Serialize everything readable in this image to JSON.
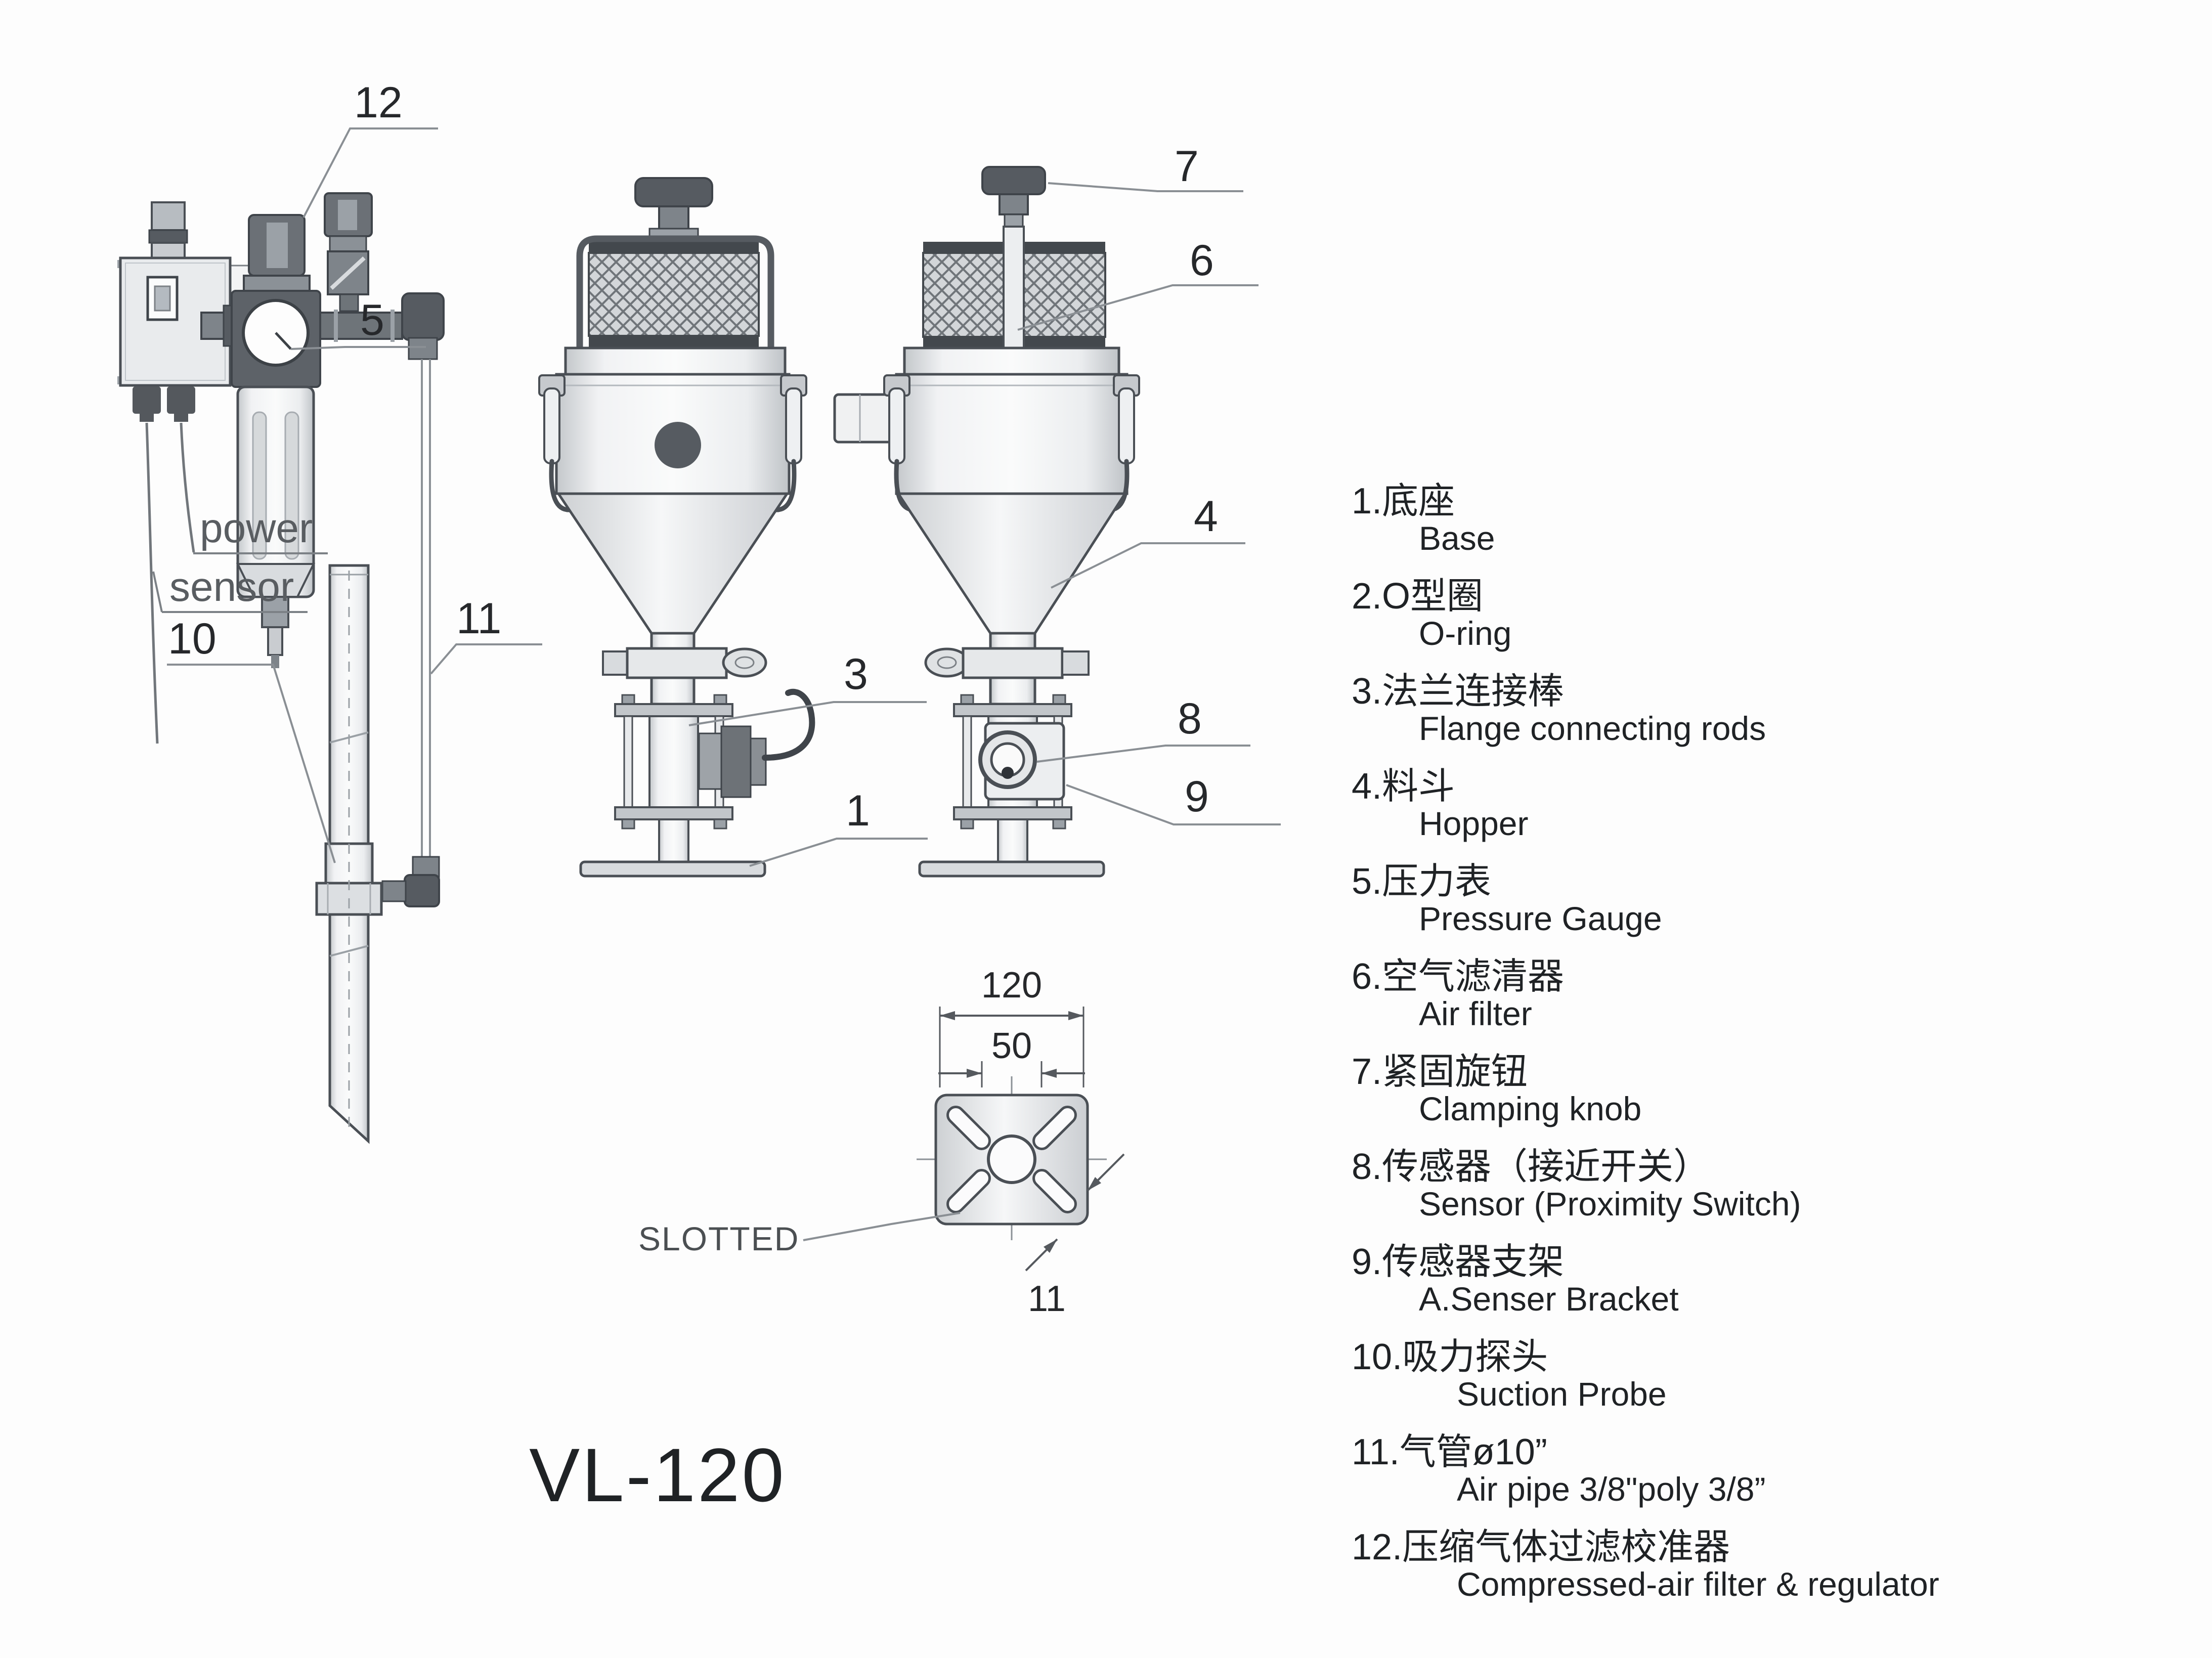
{
  "title": "VL-120",
  "callouts": {
    "n1": "1",
    "n3": "3",
    "n4": "4",
    "n5": "5",
    "n6": "6",
    "n7": "7",
    "n8": "8",
    "n9": "9",
    "n10": "10",
    "n11": "11",
    "n12": "12"
  },
  "annotations": {
    "power": "power",
    "sensor": "sensor",
    "slotted": "SLOTTED"
  },
  "dimensions": {
    "overall": "120",
    "inner": "50",
    "slot": "11"
  },
  "parts": [
    {
      "zh": "1.底座",
      "en": "Base"
    },
    {
      "zh": "2.O型圈",
      "en": "O-ring"
    },
    {
      "zh": "3.法兰连接棒",
      "en": "Flange connecting rods"
    },
    {
      "zh": "4.料斗",
      "en": "Hopper"
    },
    {
      "zh": "5.压力表",
      "en": "Pressure Gauge"
    },
    {
      "zh": "6.空气滤清器",
      "en": "Air filter"
    },
    {
      "zh": "7.紧固旋钮",
      "en": "Clamping knob"
    },
    {
      "zh": "8.传感器（接近开关）",
      "en": "Sensor (Proximity Switch)"
    },
    {
      "zh": "9.传感器支架",
      "en": "A.Senser Bracket"
    },
    {
      "zh": "10.吸力探头",
      "en": "Suction Probe"
    },
    {
      "zh": "11.气管ø10”",
      "en": "Air pipe 3/8\"poly  3/8”"
    },
    {
      "zh": "12.压缩气体过滤校准器",
      "en": "Compressed-air filter & regulator"
    }
  ],
  "colors": {
    "line": "#4a4f55",
    "dark_fill": "#565b61",
    "mid_fill": "#c9ccd0",
    "light_fill": "#eef0f2",
    "leader": "#8a8f94",
    "text": "#26282b",
    "gray_text": "#595d61"
  }
}
